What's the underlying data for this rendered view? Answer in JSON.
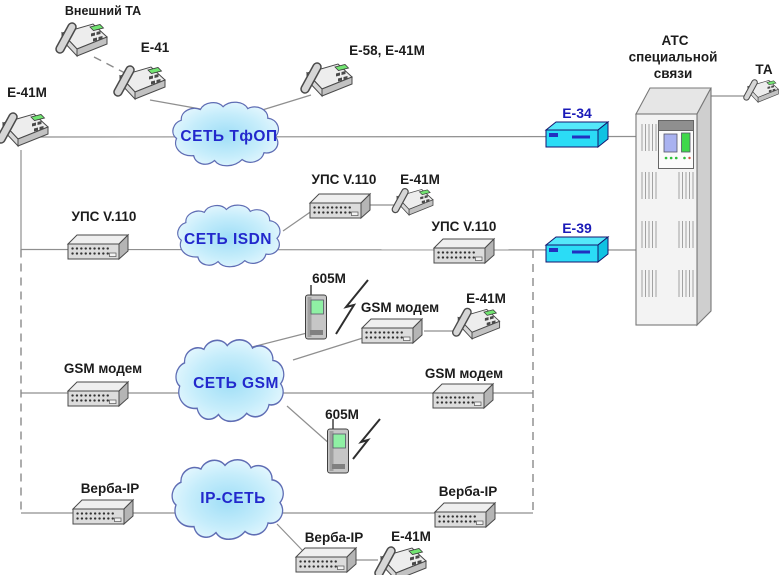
{
  "colors": {
    "cloud_fill_center": "#9fdef7",
    "cloud_fill_edge": "#eefaff",
    "cloud_border": "#5f6db4",
    "cloud_text": "#2228cc",
    "device_cyan": "#2bdcf6",
    "label_black": "#1c1c1c",
    "label_blue": "#1a1ab8",
    "line_gray": "#8f8f8f"
  },
  "nodes": {
    "external_ta": {
      "label": "Внешний ТА",
      "icon": "desk-phone"
    },
    "e41": {
      "label": "Е-41",
      "icon": "desk-phone"
    },
    "e41m_left": {
      "label": "Е-41М",
      "icon": "desk-phone"
    },
    "e58_e41m": {
      "label": "Е-58, Е-41М",
      "icon": "desk-phone"
    },
    "pstn_cloud": {
      "label": "СЕТЬ ТфОП",
      "icon": "network-cloud"
    },
    "e34": {
      "label": "Е-34",
      "icon": "converter-box"
    },
    "atc": {
      "lines": [
        "АТС",
        "специальной",
        "связи"
      ],
      "icon": "pbx-cabinet"
    },
    "ta": {
      "label": "ТА",
      "icon": "desk-phone"
    },
    "ups_v110_left": {
      "label": "УПС V.110",
      "icon": "modem"
    },
    "isdn_cloud": {
      "label": "СЕТЬ ISDN",
      "icon": "network-cloud"
    },
    "ups_v110_mid": {
      "label": "УПС V.110",
      "icon": "modem"
    },
    "e41m_isdn": {
      "label": "Е-41М",
      "icon": "desk-phone"
    },
    "ups_v110_right": {
      "label": "УПС V.110",
      "icon": "modem"
    },
    "e39": {
      "label": "Е-39",
      "icon": "converter-box"
    },
    "m605_upper": {
      "label": "605М",
      "icon": "mobile-phone"
    },
    "gsm_modem_mid": {
      "label": "GSM модем",
      "icon": "modem"
    },
    "e41m_gsm": {
      "label": "Е-41М",
      "icon": "desk-phone"
    },
    "gsm_modem_left": {
      "label": "GSM модем",
      "icon": "modem"
    },
    "gsm_cloud": {
      "label": "СЕТЬ GSM",
      "icon": "network-cloud"
    },
    "gsm_modem_right": {
      "label": "GSM модем",
      "icon": "modem"
    },
    "m605_lower": {
      "label": "605М",
      "icon": "mobile-phone"
    },
    "verba_ip_left": {
      "label": "Верба-IP",
      "icon": "modem"
    },
    "ip_cloud": {
      "label": "IP-СЕТЬ",
      "icon": "network-cloud"
    },
    "verba_ip_right": {
      "label": "Верба-IP",
      "icon": "modem"
    },
    "verba_ip_bottom": {
      "label": "Верба-IP",
      "icon": "modem"
    },
    "e41m_ip": {
      "label": "Е-41М",
      "icon": "desk-phone"
    }
  }
}
